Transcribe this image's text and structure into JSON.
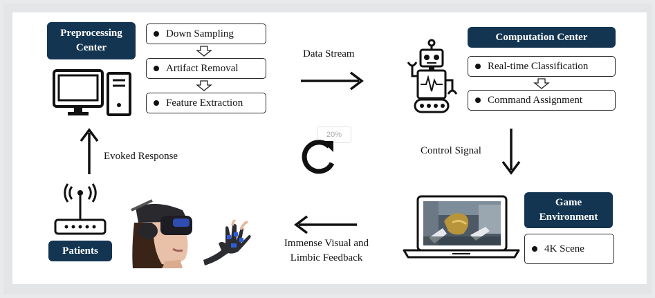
{
  "preprocessing": {
    "title": "Preprocessing Center",
    "steps": [
      "Down Sampling",
      "Artifact Removal",
      "Feature Extraction"
    ]
  },
  "computation": {
    "title": "Computation Center",
    "steps": [
      "Real-time Classification",
      "Command Assignment"
    ]
  },
  "game": {
    "title": "Game Environment",
    "steps": [
      "4K Scene"
    ]
  },
  "patients": {
    "title": "Patients"
  },
  "flows": {
    "data_stream": "Data Stream",
    "control_signal": "Control Signal",
    "evoked_response": "Evoked Response",
    "feedback_line1": "Immense Visual and",
    "feedback_line2": "Limbic Feedback"
  },
  "progress": {
    "label": "20%",
    "value": 0.2
  },
  "colors": {
    "navy": "#133552",
    "ink": "#111111"
  },
  "icons": [
    "computer-icon",
    "robot-icon",
    "laptop-icon",
    "router-icon",
    "vr-headset-user-image",
    "haptic-glove-image",
    "reload-icon"
  ]
}
